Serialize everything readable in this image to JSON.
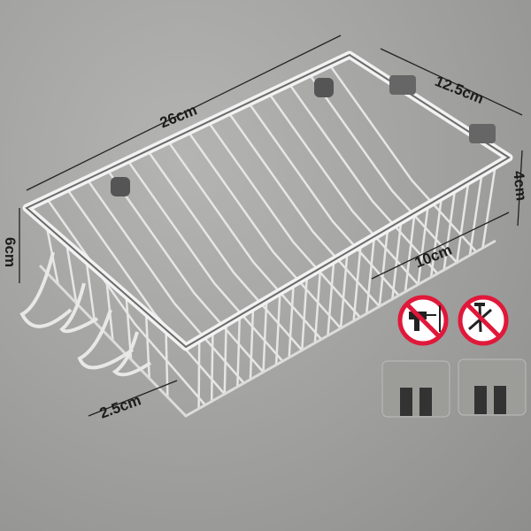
{
  "dimensions": {
    "length": "26cm",
    "width": "12.5cm",
    "rim_height": "4cm",
    "depth": "6cm",
    "bottom_width": "10cm",
    "hook_length": "2.5cm"
  },
  "icons": [
    "no-drilling-icon",
    "no-screws-icon",
    "adhesive-hook-icon",
    "adhesive-hook-icon"
  ],
  "colors": {
    "background": "#a4a4a2",
    "prohibition": "#e0183a",
    "steel": "#d8d8d8"
  }
}
